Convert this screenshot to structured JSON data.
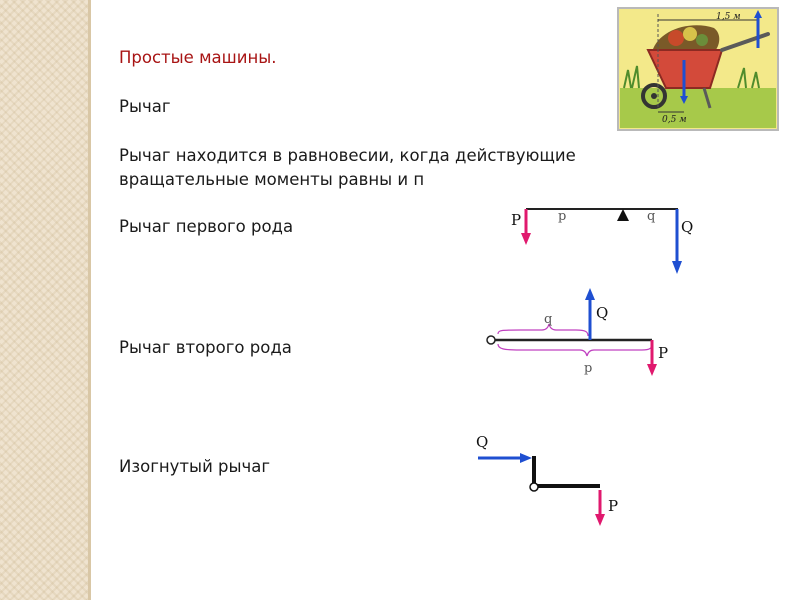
{
  "slide": {
    "title": "Простые машины.",
    "subtitle": "Рычаг",
    "definition_line1": "Рычаг находится в равновесии, когда действующие",
    "definition_line2": "вращательные моменты равны и п",
    "lever1_caption": "Рычаг первого рода",
    "lever2_caption": "Рычаг второго рода",
    "lever3_caption": "Изогнутый рычаг"
  },
  "diagrams": {
    "lever1": {
      "force_left": "P",
      "arm_left": "p",
      "arm_right": "q",
      "force_right": "Q"
    },
    "lever2": {
      "force_up": "Q",
      "arm_short": "q",
      "arm_long": "p",
      "force_down": "P"
    },
    "lever3": {
      "force_horizontal": "Q",
      "force_down": "P"
    },
    "wheelbarrow": {
      "dim_long": "1,5 м",
      "dim_short": "0,5 м"
    }
  },
  "colors": {
    "title": "#a81414",
    "force_red": "#e0196e",
    "force_blue": "#1f4fd1",
    "brace": "#c040c0"
  }
}
